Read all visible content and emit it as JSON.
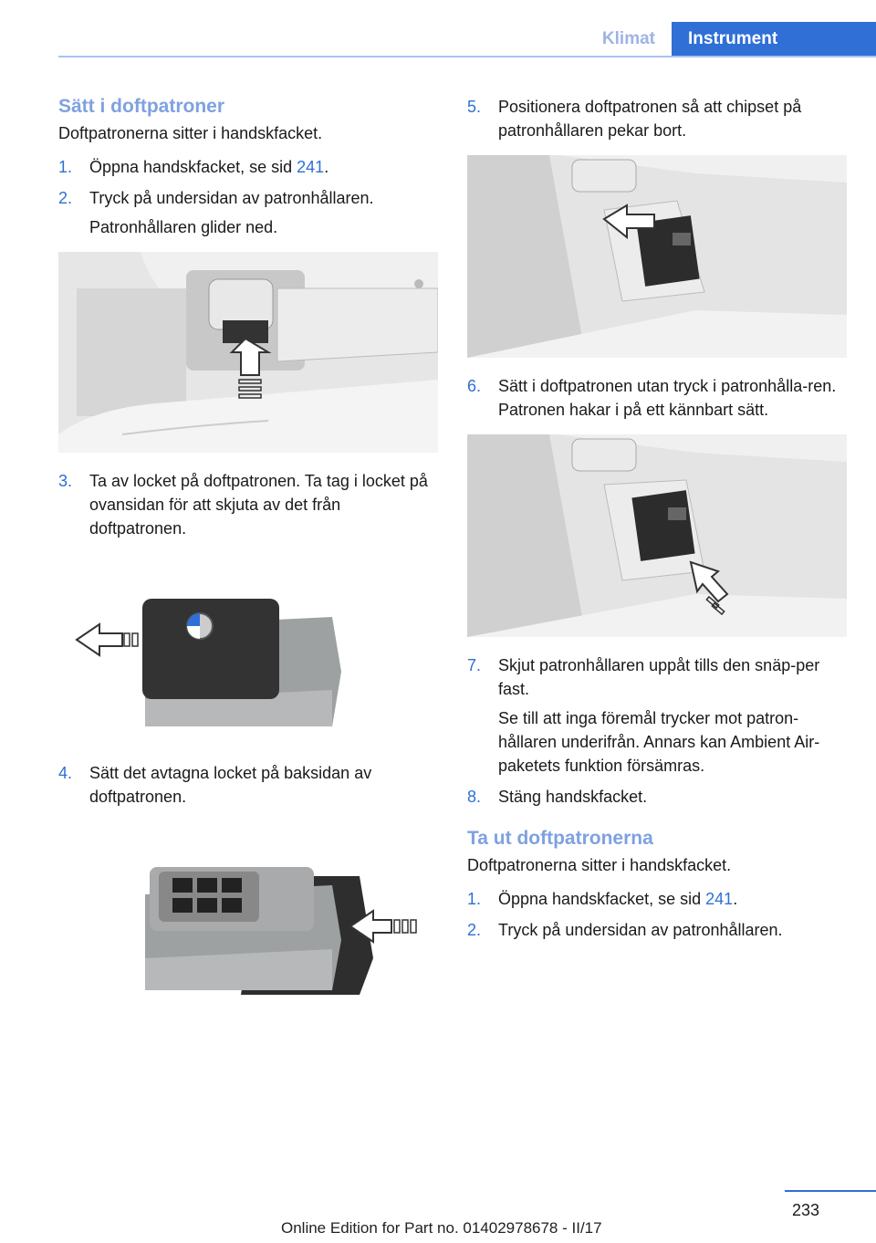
{
  "header": {
    "tab1": "Klimat",
    "tab2": "Instrument"
  },
  "left": {
    "title": "Sätt i doftpatroner",
    "lead": "Doftpatronerna sitter i handskfacket.",
    "step1_num": "1.",
    "step1_pre": "Öppna handskfacket, se sid ",
    "step1_link": "241",
    "step1_post": ".",
    "step2_num": "2.",
    "step2": "Tryck på undersidan av patronhållaren.",
    "step2_sub": "Patronhållaren glider ned.",
    "step3_num": "3.",
    "step3": "Ta av locket på doftpatronen. Ta tag i locket på ovansidan för att skjuta av det från doftpatronen.",
    "step4_num": "4.",
    "step4": "Sätt det avtagna locket på baksidan av doftpatronen."
  },
  "right": {
    "step5_num": "5.",
    "step5": "Positionera doftpatronen så att chipset på patronhållaren pekar bort.",
    "step6_num": "6.",
    "step6": "Sätt i doftpatronen utan tryck i patronhålla‐ren. Patronen hakar i på ett kännbart sätt.",
    "step7_num": "7.",
    "step7": "Skjut patronhållaren uppåt tills den snäp‐per fast.",
    "step7_sub": "Se till att inga föremål trycker mot patron‐hållaren underifrån. Annars kan Ambient Air-paketets funktion försämras.",
    "step8_num": "8.",
    "step8": "Stäng handskfacket.",
    "title2": "Ta ut doftpatronerna",
    "lead2": "Doftpatronerna sitter i handskfacket.",
    "r1_num": "1.",
    "r1_pre": "Öppna handskfacket, se sid ",
    "r1_link": "241",
    "r1_post": ".",
    "r2_num": "2.",
    "r2": "Tryck på undersidan av patronhållaren."
  },
  "footer": {
    "page": "233",
    "edition": "Online Edition for Part no. 01402978678 - II/17"
  }
}
